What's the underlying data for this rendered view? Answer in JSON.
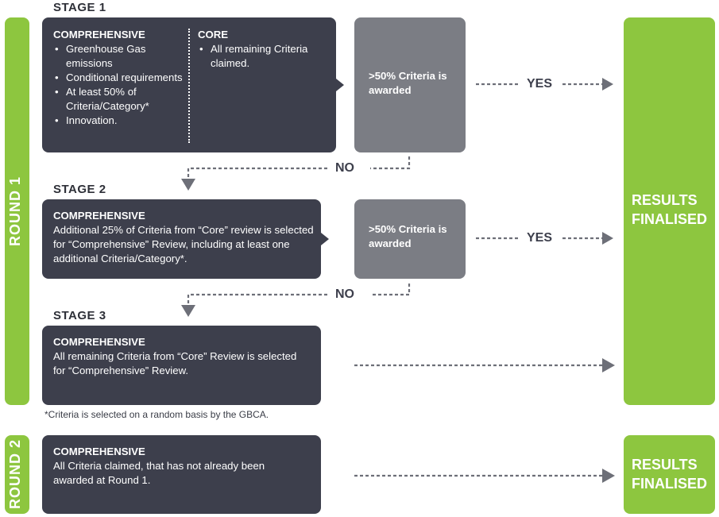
{
  "round1": {
    "label": "ROUND 1"
  },
  "round2": {
    "label": "ROUND 2"
  },
  "stage1": {
    "label": "STAGE 1",
    "comprehensive_title": "COMPREHENSIVE",
    "comprehensive_items": [
      "Greenhouse Gas emissions",
      "Conditional requirements",
      "At least 50% of Criteria/Category*",
      "Innovation."
    ],
    "core_title": "CORE",
    "core_items": [
      "All remaining Criteria claimed."
    ],
    "decision": ">50% Criteria is awarded"
  },
  "stage2": {
    "label": "STAGE 2",
    "title": "COMPREHENSIVE",
    "text": "Additional 25% of Criteria from “Core” review is selected for “Comprehensive” Review, including at least one additional Criteria/Category*.",
    "decision": ">50% Criteria is awarded"
  },
  "stage3": {
    "label": "STAGE 3",
    "title": "COMPREHENSIVE",
    "text": "All remaining Criteria from “Core” Review is selected for “Comprehensive” Review."
  },
  "footnote": "*Criteria is selected on a random basis by the GBCA.",
  "round2_box": {
    "title": "COMPREHENSIVE",
    "text": "All Criteria claimed, that has not already been awarded at Round 1."
  },
  "flow": {
    "yes": "YES",
    "no": "NO"
  },
  "results1": "RESULTS FINALISED",
  "results2": "RESULTS FINALISED",
  "colors": {
    "green": "#8dc63f",
    "dark": "#3d3f4c",
    "gray": "#7b7d84",
    "arrow": "#6d6f78"
  }
}
